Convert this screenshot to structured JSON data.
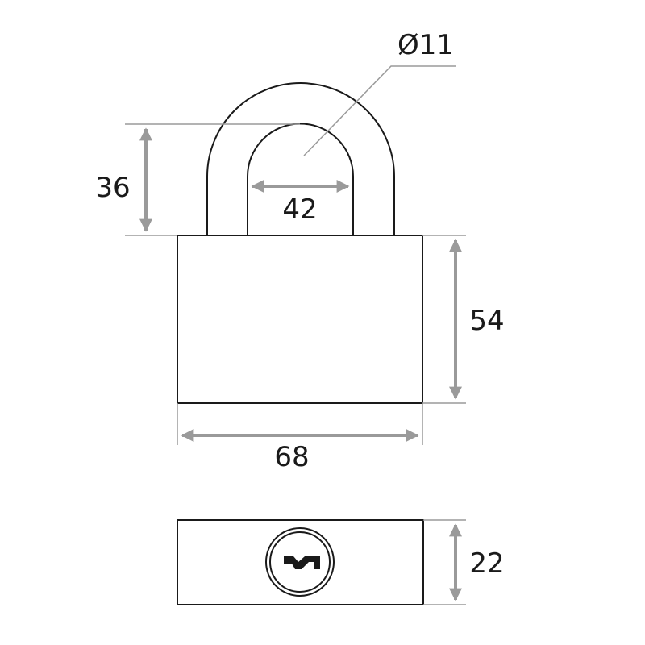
{
  "drawing": {
    "title": "Padlock dimension drawing",
    "dimensions": {
      "shackle_diameter": "Ø11",
      "shackle_clearance_height": "36",
      "shackle_inner_width": "42",
      "body_height": "54",
      "body_width": "68",
      "body_thickness": "22"
    },
    "colors": {
      "outline": "#1a1a1a",
      "dimension_line": "#9a9a9a"
    }
  }
}
